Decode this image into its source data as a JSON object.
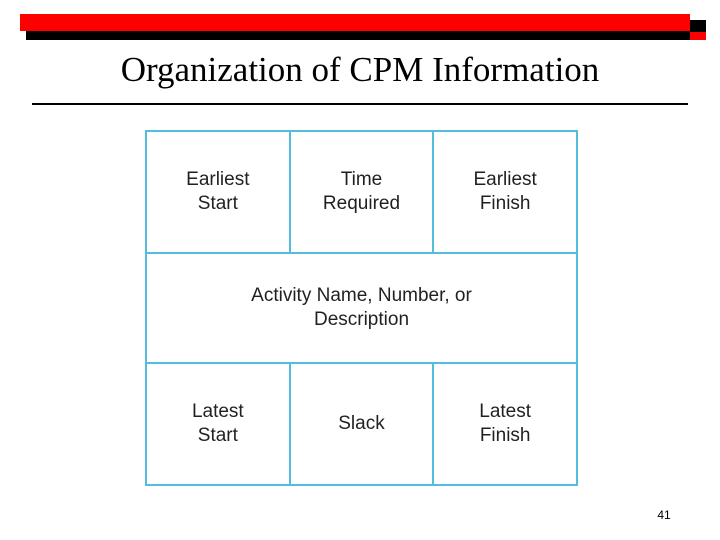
{
  "slide": {
    "title": "Organization of CPM Information",
    "page_number": "41"
  },
  "decor": {
    "bar_red": "#fe0000",
    "bar_black": "#000000",
    "rule_color": "#000000"
  },
  "cpm_table": {
    "border_color": "#52bedc",
    "text_color": "#231f20",
    "rows": [
      {
        "name": "top-row",
        "cells": [
          {
            "line1": "Earliest",
            "line2": "Start"
          },
          {
            "line1": "Time",
            "line2": "Required"
          },
          {
            "line1": "Earliest",
            "line2": "Finish"
          }
        ]
      },
      {
        "name": "middle-row",
        "cells": [
          {
            "line1": "Activity Name, Number, or",
            "line2": "Description"
          }
        ]
      },
      {
        "name": "bottom-row",
        "cells": [
          {
            "line1": "Latest",
            "line2": "Start"
          },
          {
            "line1": "Slack",
            "line2": ""
          },
          {
            "line1": "Latest",
            "line2": "Finish"
          }
        ]
      }
    ]
  }
}
